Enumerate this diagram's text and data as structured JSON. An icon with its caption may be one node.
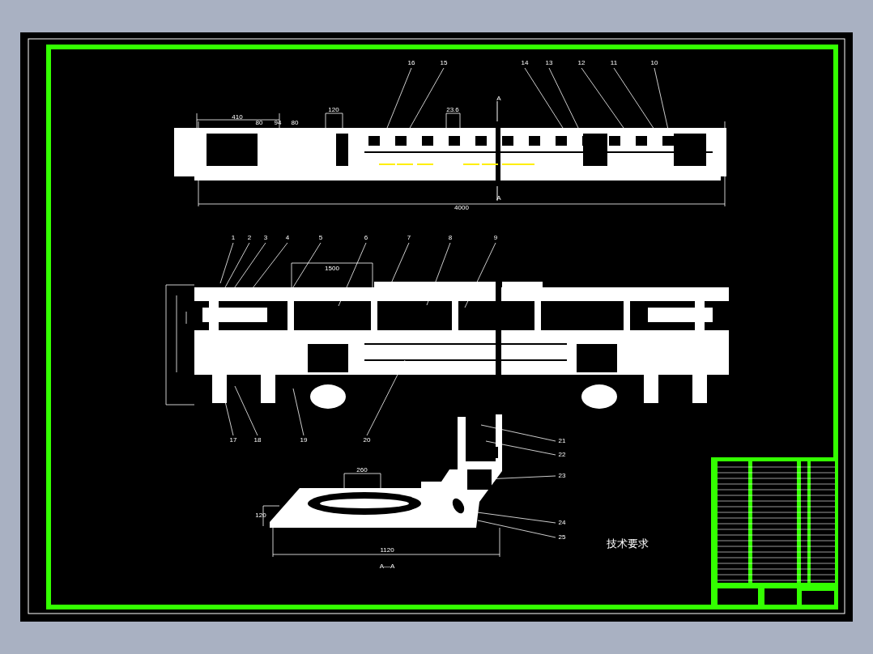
{
  "diagram": {
    "nodes": [
      {
        "text": [
          "16"
        ]
      },
      {
        "text": [
          "15"
        ]
      },
      {
        "text": [
          "14"
        ]
      },
      {
        "text": [
          "13"
        ]
      },
      {
        "text": [
          "12"
        ]
      },
      {
        "text": [
          "11"
        ]
      },
      {
        "text": [
          "10"
        ]
      },
      {
        "text": [
          "1"
        ]
      },
      {
        "text": [
          "2"
        ]
      },
      {
        "text": [
          "3"
        ]
      },
      {
        "text": [
          "4"
        ]
      },
      {
        "text": [
          "5"
        ]
      },
      {
        "text": [
          "6"
        ]
      },
      {
        "text": [
          "7"
        ]
      },
      {
        "text": [
          "8"
        ]
      },
      {
        "text": [
          "9"
        ]
      },
      {
        "text": [
          "17"
        ]
      },
      {
        "text": [
          "18"
        ]
      },
      {
        "text": [
          "19"
        ]
      },
      {
        "text": [
          "20"
        ]
      },
      {
        "text": [
          "21"
        ]
      },
      {
        "text": [
          "22"
        ]
      },
      {
        "text": [
          "23"
        ]
      },
      {
        "text": [
          "24"
        ]
      },
      {
        "text": [
          "25"
        ]
      }
    ],
    "edges": [
      {
        "from": 0,
        "to": null,
        "arrow": "none"
      },
      {
        "from": 1,
        "to": null,
        "arrow": "none"
      },
      {
        "from": 2,
        "to": null,
        "arrow": "none"
      },
      {
        "from": 3,
        "to": null,
        "arrow": "none"
      },
      {
        "from": 4,
        "to": null,
        "arrow": "none"
      },
      {
        "from": 5,
        "to": null,
        "arrow": "none"
      },
      {
        "from": 6,
        "to": null,
        "arrow": "none"
      },
      {
        "from": 7,
        "to": null,
        "arrow": "none"
      },
      {
        "from": 8,
        "to": null,
        "arrow": "none"
      },
      {
        "from": 9,
        "to": null,
        "arrow": "none"
      },
      {
        "from": 10,
        "to": null,
        "arrow": "none"
      },
      {
        "from": 11,
        "to": null,
        "arrow": "none"
      },
      {
        "from": 12,
        "to": null,
        "arrow": "none"
      },
      {
        "from": 13,
        "to": null,
        "arrow": "none"
      },
      {
        "from": 14,
        "to": null,
        "arrow": "none"
      },
      {
        "from": 15,
        "to": null,
        "arrow": "none"
      },
      {
        "from": 16,
        "to": null,
        "arrow": "none"
      },
      {
        "from": 17,
        "to": null,
        "arrow": "none"
      },
      {
        "from": 18,
        "to": null,
        "arrow": "none"
      },
      {
        "from": 19,
        "to": null,
        "arrow": "none"
      },
      {
        "from": 20,
        "to": null,
        "arrow": "none"
      },
      {
        "from": 21,
        "to": null,
        "arrow": "none"
      },
      {
        "from": 22,
        "to": null,
        "arrow": "none"
      },
      {
        "from": 23,
        "to": null,
        "arrow": "none"
      },
      {
        "from": 24,
        "to": null,
        "arrow": "none"
      }
    ],
    "labels": [
      "410",
      "80",
      "94",
      "80",
      "120",
      "23.6",
      "A",
      "A",
      "4000",
      "1500",
      "260",
      "120",
      "1120",
      "A—A",
      "技术要求"
    ]
  }
}
